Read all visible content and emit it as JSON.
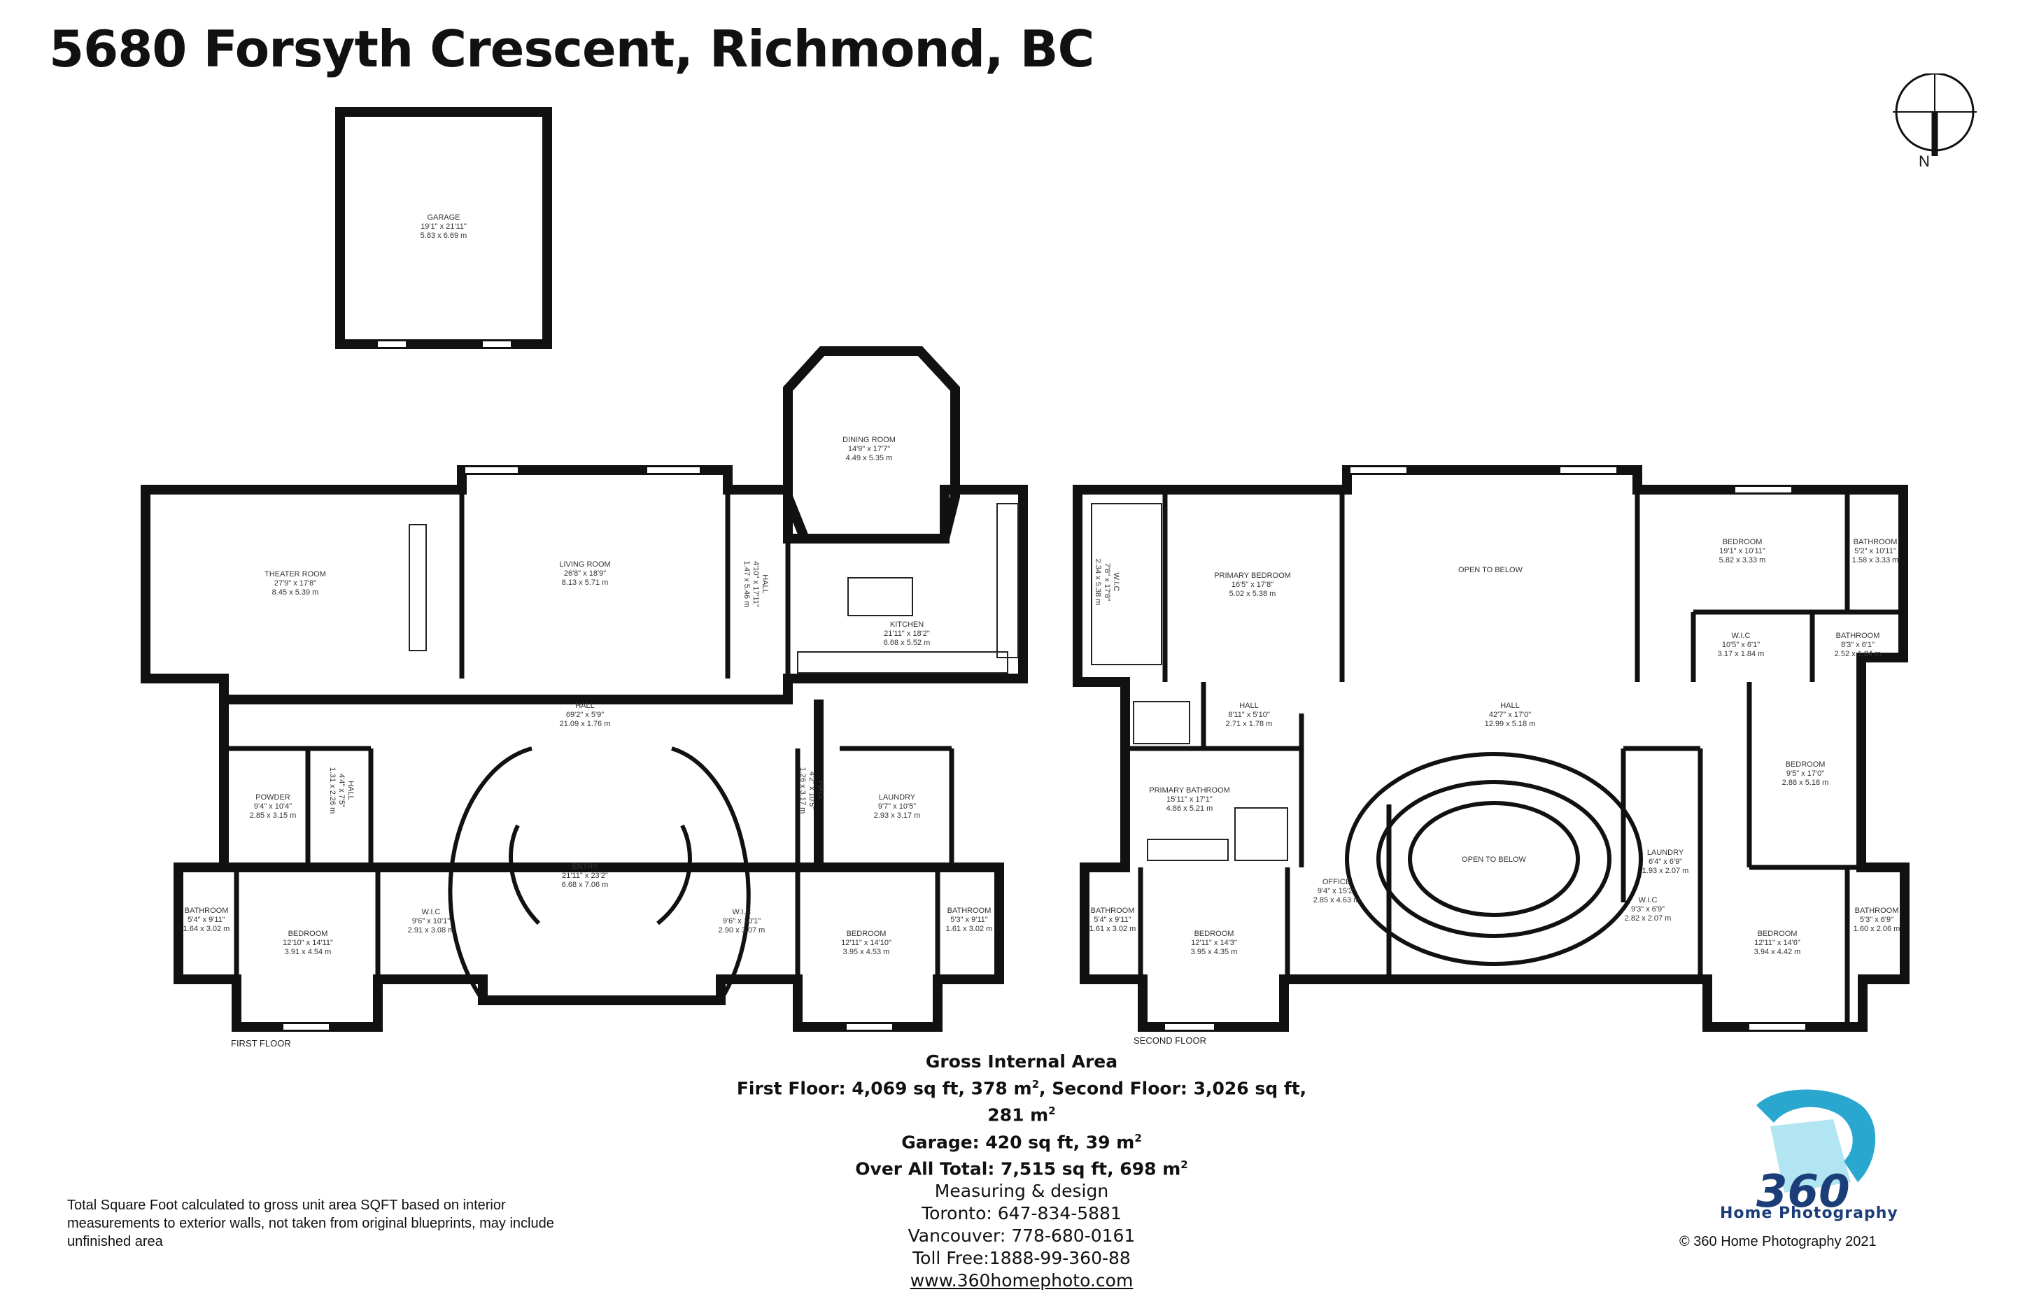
{
  "title": "5680 Forsyth Crescent, Richmond, BC",
  "compass_label": "N",
  "floors": {
    "first": "FIRST FLOOR",
    "second": "SECOND FLOOR"
  },
  "rooms": {
    "garage": {
      "name": "GARAGE",
      "imperial": "19'1\" x 21'11\"",
      "metric": "5.83 x 6.69 m"
    },
    "dining": {
      "name": "DINING ROOM",
      "imperial": "14'9\" x 17'7\"",
      "metric": "4.49 x 5.35 m"
    },
    "theater": {
      "name": "THEATER ROOM",
      "imperial": "27'9\" x 17'8\"",
      "metric": "8.45 x 5.39 m"
    },
    "living": {
      "name": "LIVING ROOM",
      "imperial": "26'8\" x 18'9\"",
      "metric": "8.13 x 5.71 m"
    },
    "hall_v": {
      "name": "HALL",
      "imperial": "4'10\" x 17'11\"",
      "metric": "1.47 x 5.46 m"
    },
    "kitchen": {
      "name": "KITCHEN",
      "imperial": "21'11\" x 18'2\"",
      "metric": "6.68 x 5.52 m"
    },
    "hall_1": {
      "name": "HALL",
      "imperial": "69'2\" x 5'9\"",
      "metric": "21.09 x 1.76 m"
    },
    "powder": {
      "name": "POWDER",
      "imperial": "9'4\" x 10'4\"",
      "metric": "2.85 x 3.15 m"
    },
    "hall_small_l": {
      "name": "HALL",
      "imperial": "4'4\" x 7'5\"",
      "metric": "1.31 x 2.26 m"
    },
    "entry": {
      "name": "ENTRY",
      "imperial": "21'11\" x 23'2\"",
      "metric": "6.68 x 7.06 m"
    },
    "hall_small_r": {
      "name": "HALL",
      "imperial": "4'2\" x 10'5\"",
      "metric": "1.26 x 3.17 m"
    },
    "laundry_1": {
      "name": "LAUNDRY",
      "imperial": "9'7\" x 10'5\"",
      "metric": "2.93 x 3.17 m"
    },
    "bath_1a": {
      "name": "BATHROOM",
      "imperial": "5'4\" x 9'11\"",
      "metric": "1.64 x 3.02 m"
    },
    "bed_1a": {
      "name": "BEDROOM",
      "imperial": "12'10\" x 14'11\"",
      "metric": "3.91 x 4.54 m"
    },
    "wic_1a": {
      "name": "W.I.C",
      "imperial": "9'6\" x 10'1\"",
      "metric": "2.91 x 3.08 m"
    },
    "wic_1b": {
      "name": "W.I.C",
      "imperial": "9'6\" x 10'1\"",
      "metric": "2.90 x 3.07 m"
    },
    "bed_1b": {
      "name": "BEDROOM",
      "imperial": "12'11\" x 14'10\"",
      "metric": "3.95 x 4.53 m"
    },
    "bath_1b": {
      "name": "BATHROOM",
      "imperial": "5'3\" x 9'11\"",
      "metric": "1.61 x 3.02 m"
    },
    "wic_2a": {
      "name": "W.I.C",
      "imperial": "7'8\" x 17'8\"",
      "metric": "2.34 x 5.38 m"
    },
    "primary_bed": {
      "name": "PRIMARY BEDROOM",
      "imperial": "16'5\" x 17'8\"",
      "metric": "5.02 x 5.38 m"
    },
    "open_1": {
      "name": "OPEN TO BELOW"
    },
    "bed_2a": {
      "name": "BEDROOM",
      "imperial": "19'1\" x 10'11\"",
      "metric": "5.82 x 3.33 m"
    },
    "bath_2a": {
      "name": "BATHROOM",
      "imperial": "5'2\" x 10'11\"",
      "metric": "1.58 x 3.33 m"
    },
    "wic_2b": {
      "name": "W.I.C",
      "imperial": "10'5\" x 6'1\"",
      "metric": "3.17 x 1.84 m"
    },
    "bath_2b": {
      "name": "BATHROOM",
      "imperial": "8'3\" x 6'1\"",
      "metric": "2.52 x 1.84 m"
    },
    "hall_2a": {
      "name": "HALL",
      "imperial": "8'11\" x 5'10\"",
      "metric": "2.71 x 1.78 m"
    },
    "hall_2b": {
      "name": "HALL",
      "imperial": "42'7\" x 17'0\"",
      "metric": "12.99 x 5.18 m"
    },
    "primary_bath": {
      "name": "PRIMARY BATHROOM",
      "imperial": "15'11\" x 17'1\"",
      "metric": "4.86 x 5.21 m"
    },
    "office": {
      "name": "OFFICE",
      "imperial": "9'4\" x 15'2\"",
      "metric": "2.85 x 4.63 m"
    },
    "open_2": {
      "name": "OPEN TO BELOW"
    },
    "laundry_2": {
      "name": "LAUNDRY",
      "imperial": "6'4\" x 6'9\"",
      "metric": "1.93 x 2.07 m"
    },
    "bed_2b": {
      "name": "BEDROOM",
      "imperial": "9'5\" x 17'0\"",
      "metric": "2.88 x 5.18 m"
    },
    "bath_2c": {
      "name": "BATHROOM",
      "imperial": "5'4\" x 9'11\"",
      "metric": "1.61 x 3.02 m"
    },
    "bed_2c": {
      "name": "BEDROOM",
      "imperial": "12'11\" x 14'3\"",
      "metric": "3.95 x 4.35 m"
    },
    "wic_2c": {
      "name": "W.I.C",
      "imperial": "9'3\" x 6'9\"",
      "metric": "2.82 x 2.07 m"
    },
    "bed_2d": {
      "name": "BEDROOM",
      "imperial": "12'11\" x 14'6\"",
      "metric": "3.94 x 4.42 m"
    },
    "bath_2d": {
      "name": "BATHROOM",
      "imperial": "5'3\" x 6'9\"",
      "metric": "1.60 x 2.06 m"
    }
  },
  "area": {
    "heading": "Gross Internal Area",
    "line1_a": "First Floor: 4,069 sq ft, 378 m",
    "line1_b": ", Second Floor: 3,026 sq ft, 281 m",
    "line2": "Garage: 420 sq ft, 39 m",
    "line3": "Over All Total: 7,515 sq ft, 698 m",
    "sup": "2",
    "measuring": "Measuring & design",
    "toronto": "Toronto: 647-834-5881",
    "vancouver": "Vancouver: 778-680-0161",
    "tollfree": "Toll Free:1888-99-360-88",
    "website": "www.360homephoto.com"
  },
  "footnote": "Total Square Foot calculated to gross unit area SQFT based on interior measurements to exterior walls, not taken from original blueprints, may include unfinished area",
  "logo": {
    "number": "360",
    "caption": "Home Photography"
  },
  "copyright": "©   360 Home Photography 2021",
  "colors": {
    "wall": "#111111",
    "logo_cyan": "#2aa7cf",
    "logo_navy": "#1c3e78"
  }
}
